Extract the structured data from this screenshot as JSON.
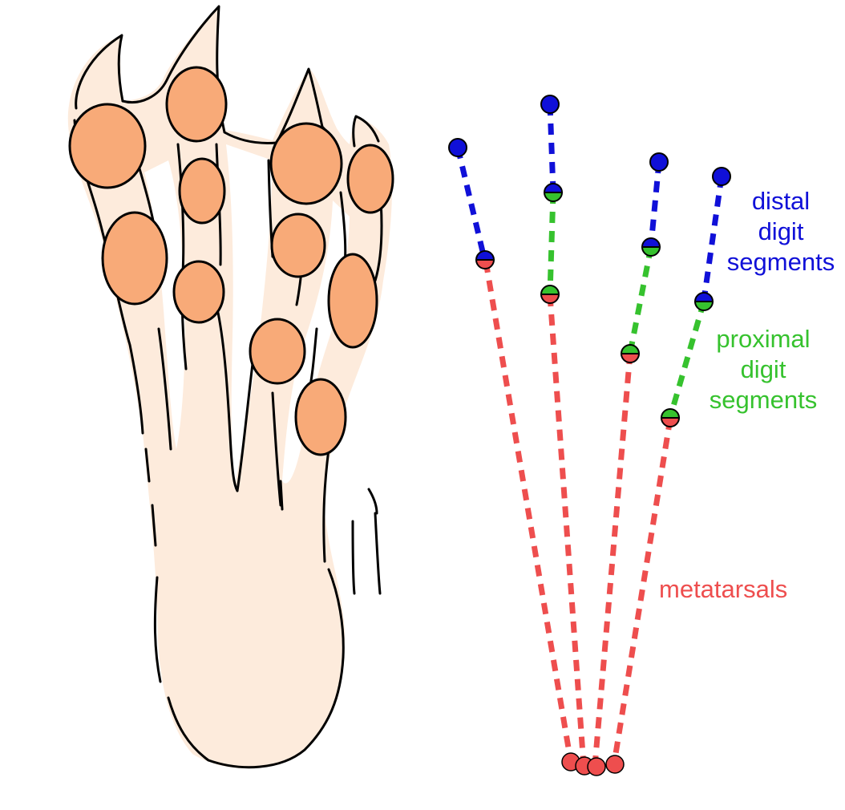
{
  "colors": {
    "skin": "#fdebdc",
    "pad": "#f8aa78",
    "outline": "#000000",
    "distal": "#1010d8",
    "proximal": "#36c22e",
    "metatarsal": "#ee4e4e"
  },
  "labels": {
    "distal": [
      "distal",
      "digit",
      "segments"
    ],
    "proximal": [
      "proximal",
      "digit",
      "segments"
    ],
    "metatarsals": "metatarsals"
  }
}
